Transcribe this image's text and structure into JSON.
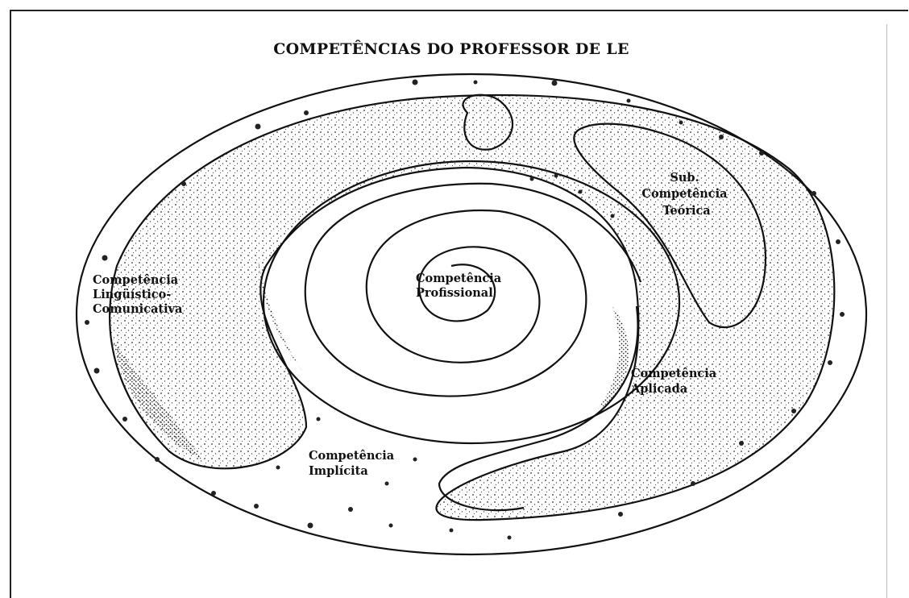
{
  "diagram": {
    "title": "COMPETÊNCIAS DO PROFESSOR DE LE",
    "labels": {
      "linguistico": [
        "Competência",
        "Lingüístico-",
        "Comunicativa"
      ],
      "profissional": [
        "Competência",
        "Profissional"
      ],
      "teorica": [
        "Sub.",
        "Competência",
        "Teórica"
      ],
      "aplicada": [
        "Competência",
        "Aplicada"
      ],
      "implicita": [
        "Competência",
        "Implícita"
      ]
    }
  },
  "colors": {
    "ink": "#111111",
    "background": "#ffffff"
  }
}
